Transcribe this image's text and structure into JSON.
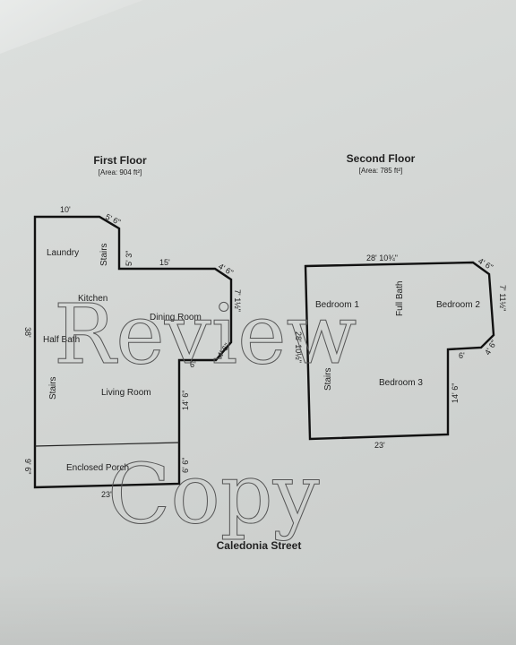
{
  "first_floor": {
    "title": "First Floor",
    "area": "[Area: 904 ft²]",
    "rooms": {
      "laundry": "Laundry",
      "stairs_top": "Stairs",
      "kitchen": "Kitchen",
      "dining": "Dining Room",
      "half_bath": "Half Bath",
      "stairs_left": "Stairs",
      "living": "Living Room",
      "porch": "Enclosed Porch"
    },
    "dims": {
      "top": "10'",
      "diag_top": "5' 6\"",
      "step_v": "5' 3\"",
      "mid_h": "15'",
      "diag_right": "4' 6\"",
      "right_v": "7' 1½\"",
      "diag_low": "4' 6\"",
      "notch_h": "6'",
      "low_v": "14' 6\"",
      "porch_v": "6' 6\"",
      "left_v": "38'",
      "left_porch": "9' 6\"",
      "bottom": "23'"
    }
  },
  "second_floor": {
    "title": "Second Floor",
    "area": "[Area: 785 ft²]",
    "rooms": {
      "bedroom1": "Bedroom 1",
      "full_bath": "Full Bath",
      "bedroom2": "Bedroom 2",
      "stairs": "Stairs",
      "bedroom3": "Bedroom 3"
    },
    "dims": {
      "top": "28' 10¾\"",
      "diag_top": "4' 6\"",
      "right_v": "7' 11½\"",
      "diag_low": "4' 6\"",
      "notch_h": "6'",
      "low_v": "14' 6\"",
      "left_v": "28' 10½\"",
      "bottom": "23'"
    }
  },
  "street": "Caledonia Street",
  "watermark": {
    "line1": "Review",
    "line2": "Copy"
  }
}
